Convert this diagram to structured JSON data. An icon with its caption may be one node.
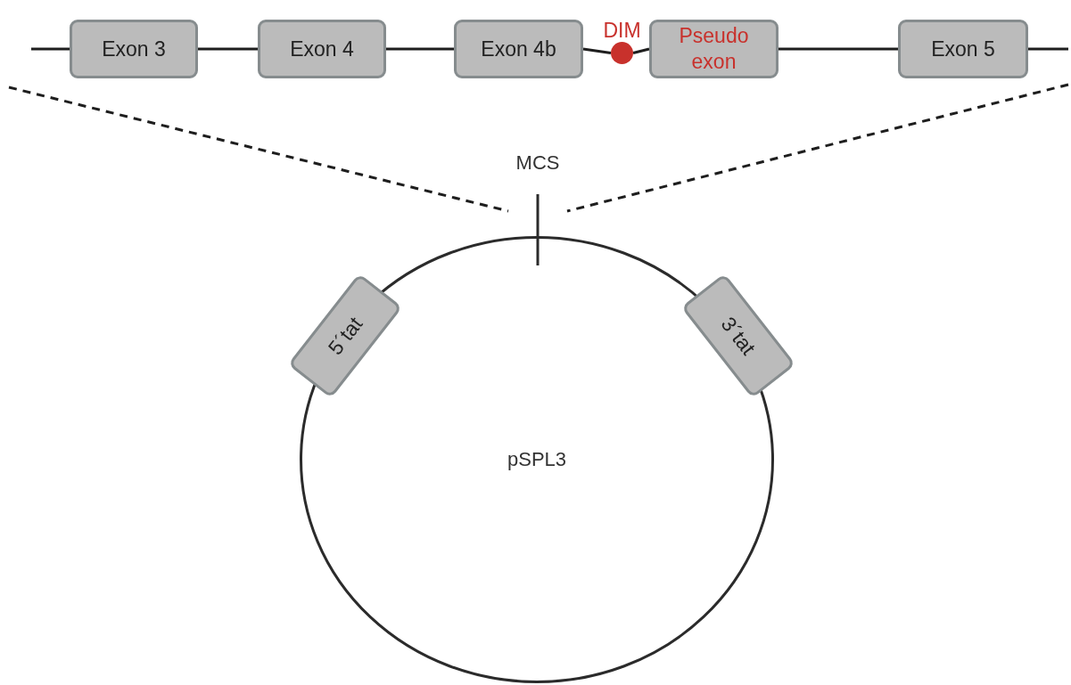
{
  "diagram": {
    "nodes": [
      {
        "text": [
          "Exon 3"
        ]
      },
      {
        "text": [
          "Exon 4"
        ]
      },
      {
        "text": [
          "Exon 4b"
        ]
      },
      {
        "text": [],
        "shape": "circle",
        "beside": [
          "DIM"
        ]
      },
      {
        "text": [
          "Pseudo exon"
        ]
      },
      {
        "text": [
          "Exon 5"
        ]
      },
      {
        "text": [
          "pSPL3"
        ]
      },
      {
        "text": [
          "5´tat"
        ]
      },
      {
        "text": [
          "3´tat"
        ]
      }
    ],
    "edges": [
      {
        "from": null,
        "to": 0,
        "arrow": "none"
      },
      {
        "from": 0,
        "to": 1,
        "arrow": "none"
      },
      {
        "from": 1,
        "to": 2,
        "arrow": "none"
      },
      {
        "from": 2,
        "to": 3,
        "arrow": "none"
      },
      {
        "from": 3,
        "to": 4,
        "arrow": "none"
      },
      {
        "from": 4,
        "to": 5,
        "arrow": "none"
      },
      {
        "from": 5,
        "to": null,
        "arrow": "none"
      }
    ],
    "labels": [
      "MCS"
    ]
  }
}
